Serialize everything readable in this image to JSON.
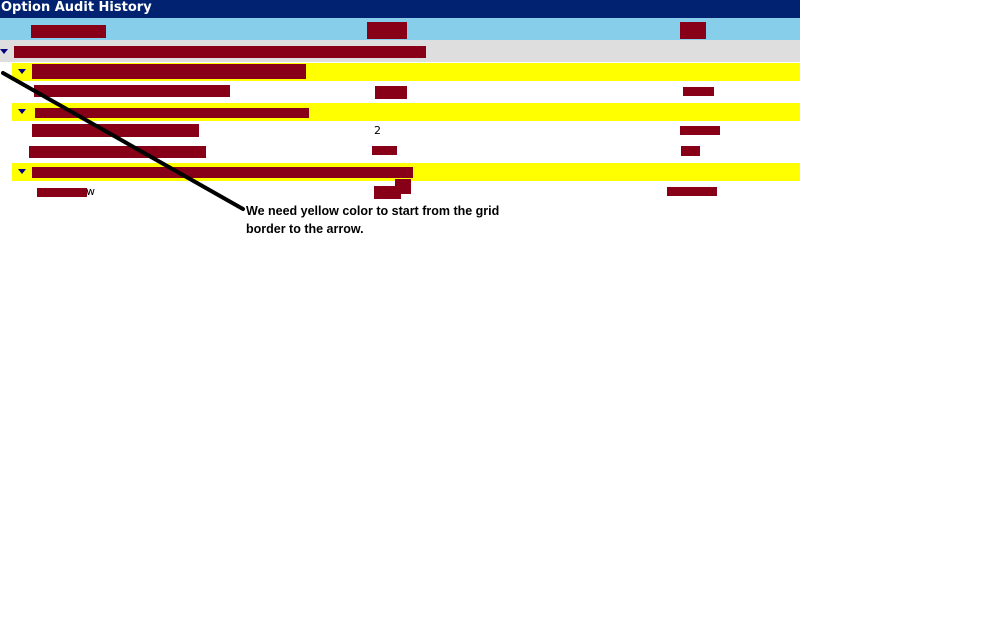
{
  "window": {
    "title": "Option Audit History"
  },
  "rows": {
    "last_row_fragment": "w",
    "value_fragment": "2"
  },
  "annotation": {
    "text": "We need yellow color to start from the grid border to the arrow."
  },
  "colors": {
    "title_bar": "#002270",
    "header": "#87ceeb",
    "group": "#dedede",
    "highlight": "#ffff00",
    "redaction": "#870017"
  }
}
